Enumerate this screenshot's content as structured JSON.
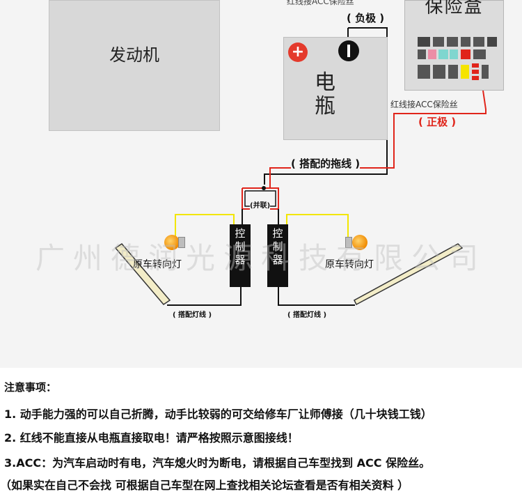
{
  "diagram": {
    "engine_label": "发动机",
    "battery_label": "电瓶",
    "plus_symbol": "+",
    "fuse_box_title": "保险盒",
    "negative_top_label": "红线接ACC保险丝",
    "negative_label": "( 负极 )",
    "positive_top_label": "红线接ACC保险丝",
    "positive_label": "( 正极 )",
    "harness_label": "( 搭配的拖线 )",
    "parallel_label": "(并联)",
    "controller_left": "控制器",
    "controller_right": "控制器",
    "signal_left": "原车转向灯",
    "signal_right": "原车转向灯",
    "light_left_label": "( 搭配灯线 )",
    "light_right_label": "( 搭配灯线 )",
    "watermark": "广州德润光源科技有限公司",
    "colors": {
      "positive_wire": "#e0241a",
      "negative_wire": "#111111",
      "signal_wire": "#f2e600",
      "fuse_pink": "#ec8ea6",
      "fuse_teal": "#7fd6cf",
      "fuse_yellow": "#f5e400",
      "fuse_red": "#e0241a",
      "fuse_dark": "#5a5a5a"
    }
  },
  "notes": {
    "title": "注意事项：",
    "items": [
      "1. 动手能力强的可以自己折腾，动手比较弱的可交给修车厂让师傅接（几十块钱工钱）",
      "2. 红线不能直接从电瓶直接取电！请严格按照示意图接线！",
      "3.ACC：为汽车启动时有电，汽车熄火时为断电，请根据自己车型找到 ACC 保险丝。",
      "（如果实在自己不会找 可根据自己车型在网上查找相关论坛查看是否有相关资料 ）"
    ]
  }
}
